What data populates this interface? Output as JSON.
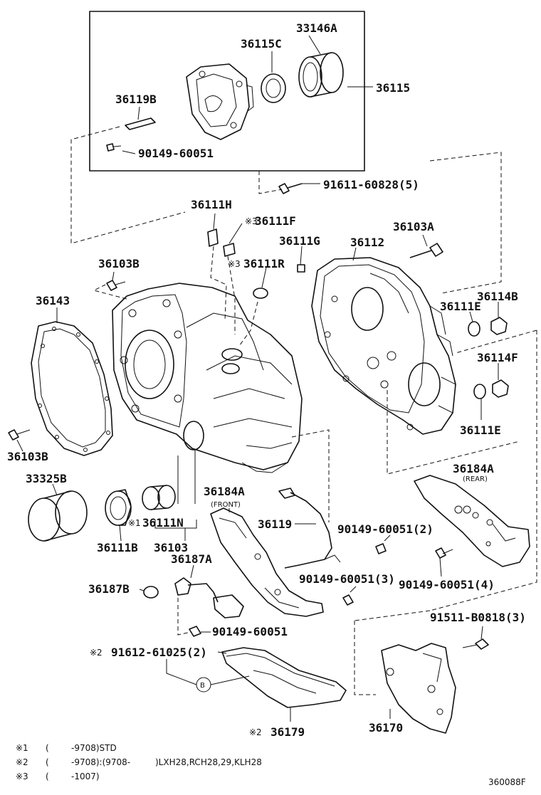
{
  "diagram": {
    "footnote_marks": {
      "m1": "※1",
      "m2": "※2",
      "m3": "※3"
    },
    "callouts": {
      "b": "B",
      "front": "(FRONT)",
      "rear": "(REAR)"
    },
    "parts": [
      {
        "id": "p33146a",
        "label": "33146A"
      },
      {
        "id": "p36115c",
        "label": "36115C"
      },
      {
        "id": "p36115",
        "label": "36115"
      },
      {
        "id": "p36119b",
        "label": "36119B"
      },
      {
        "id": "p90149a",
        "label": "90149-60051"
      },
      {
        "id": "p91611",
        "label": "91611-60828(5)"
      },
      {
        "id": "p36111h",
        "label": "36111H"
      },
      {
        "id": "p36111f",
        "label": "36111F"
      },
      {
        "id": "p36111g",
        "label": "36111G"
      },
      {
        "id": "p36112",
        "label": "36112"
      },
      {
        "id": "p36103a",
        "label": "36103A"
      },
      {
        "id": "p36103b_top",
        "label": "36103B"
      },
      {
        "id": "p36111r",
        "label": "36111R"
      },
      {
        "id": "p36143",
        "label": "36143"
      },
      {
        "id": "p36114b",
        "label": "36114B"
      },
      {
        "id": "p36111e_top",
        "label": "36111E"
      },
      {
        "id": "p36114f",
        "label": "36114F"
      },
      {
        "id": "p36111e_bot",
        "label": "36111E"
      },
      {
        "id": "p36103b_bot",
        "label": "36103B"
      },
      {
        "id": "p33325b",
        "label": "33325B"
      },
      {
        "id": "p36184a_front",
        "label": "36184A"
      },
      {
        "id": "p36184a_rear",
        "label": "36184A"
      },
      {
        "id": "p36119",
        "label": "36119"
      },
      {
        "id": "p36111n",
        "label": "36111N"
      },
      {
        "id": "p90149b",
        "label": "90149-60051(2)"
      },
      {
        "id": "p36111b",
        "label": "36111B"
      },
      {
        "id": "p36103",
        "label": "36103"
      },
      {
        "id": "p36187a",
        "label": "36187A"
      },
      {
        "id": "p90149c",
        "label": "90149-60051(3)"
      },
      {
        "id": "p90149d",
        "label": "90149-60051(4)"
      },
      {
        "id": "p36187b",
        "label": "36187B"
      },
      {
        "id": "p91511",
        "label": "91511-B0818(3)"
      },
      {
        "id": "p90149e",
        "label": "90149-60051"
      },
      {
        "id": "p91612",
        "label": "91612-61025(2)"
      },
      {
        "id": "p36170",
        "label": "36170"
      },
      {
        "id": "p36179",
        "label": "36179"
      }
    ],
    "notes": [
      {
        "mark": "※1",
        "open": "(",
        "text": "-9708)STD"
      },
      {
        "mark": "※2",
        "open": "(",
        "text": "-9708):(9708-",
        "text2": ")LXH28,RCH28,29,KLH28"
      },
      {
        "mark": "※3",
        "open": "(",
        "text": "-1007)"
      }
    ],
    "drawing_code": "360088F"
  }
}
